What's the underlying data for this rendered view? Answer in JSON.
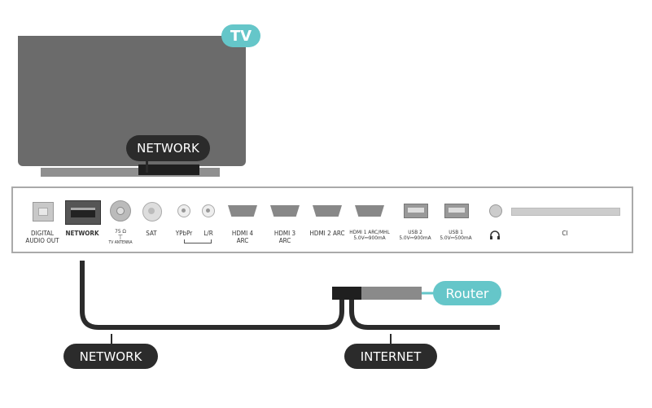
{
  "tv": {
    "badge": "TV",
    "network_callout": "NETWORK"
  },
  "ports": {
    "digital_audio_out": [
      "DIGITAL",
      "AUDIO OUT"
    ],
    "network": "NETWORK",
    "tv_antenna": [
      "75 Ω",
      "TV ANTENNA"
    ],
    "sat": "SAT",
    "ypbpr": "YPbPr",
    "lr": "L/R",
    "hdmi4": [
      "HDMI 4",
      "ARC"
    ],
    "hdmi3": [
      "HDMI 3",
      "ARC"
    ],
    "hdmi2": "HDMI 2 ARC",
    "hdmi1": [
      "HDMI 1 ARC/MHL",
      "5.0V⎓900mA"
    ],
    "usb2": [
      "USB 2",
      "5.0V⎓900mA"
    ],
    "usb1": [
      "USB 1",
      "5.0V⎓500mA"
    ],
    "ci": "CI"
  },
  "router": {
    "label": "Router"
  },
  "cables": {
    "network": "NETWORK",
    "internet": "INTERNET"
  },
  "colors": {
    "teal": "#65c6c9",
    "dark": "#2b2b2b",
    "tv_grey": "#6b6b6b"
  }
}
